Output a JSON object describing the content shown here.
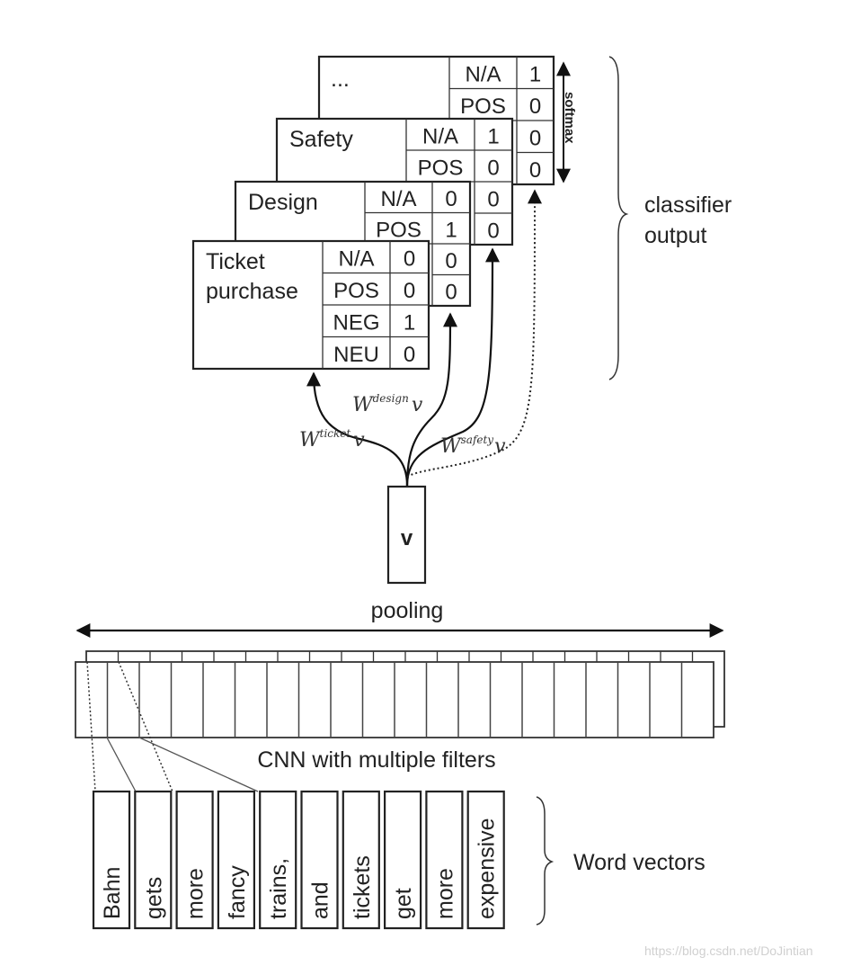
{
  "classifier": {
    "cards": [
      {
        "title_lines": [
          "..."
        ],
        "rows": [
          {
            "label": "N/A",
            "value": "1"
          },
          {
            "label": "POS",
            "value": "0"
          },
          {
            "label": "",
            "value": "0"
          },
          {
            "label": "",
            "value": "0"
          }
        ]
      },
      {
        "title_lines": [
          "Safety"
        ],
        "rows": [
          {
            "label": "N/A",
            "value": "1"
          },
          {
            "label": "POS",
            "value": "0"
          },
          {
            "label": "",
            "value": "0"
          },
          {
            "label": "",
            "value": "0"
          }
        ]
      },
      {
        "title_lines": [
          "Design"
        ],
        "rows": [
          {
            "label": "N/A",
            "value": "0"
          },
          {
            "label": "POS",
            "value": "1"
          },
          {
            "label": "",
            "value": "0"
          },
          {
            "label": "",
            "value": "0"
          }
        ]
      },
      {
        "title_lines": [
          "Ticket",
          "purchase"
        ],
        "rows": [
          {
            "label": "N/A",
            "value": "0"
          },
          {
            "label": "POS",
            "value": "0"
          },
          {
            "label": "NEG",
            "value": "1"
          },
          {
            "label": "NEU",
            "value": "0"
          }
        ]
      }
    ],
    "softmax_label": "softmax",
    "brace_label_lines": [
      "classifier",
      "output"
    ]
  },
  "projections": {
    "ticket": {
      "base": "W",
      "sup": "ticket",
      "var": "v"
    },
    "design": {
      "base": "W",
      "sup": "design",
      "var": "v"
    },
    "safety": {
      "base": "W",
      "sup": "safety",
      "var": "v"
    }
  },
  "vector_label": "v",
  "pooling_label": "pooling",
  "cnn": {
    "label": "CNN with multiple filters",
    "cell_count": 20
  },
  "words": [
    "Bahn",
    "gets",
    "more",
    "fancy",
    "trains,",
    "and",
    "tickets",
    "get",
    "more",
    "expensive"
  ],
  "word_vectors_label": "Word vectors",
  "watermark": "https://blog.csdn.net/DoJintian"
}
